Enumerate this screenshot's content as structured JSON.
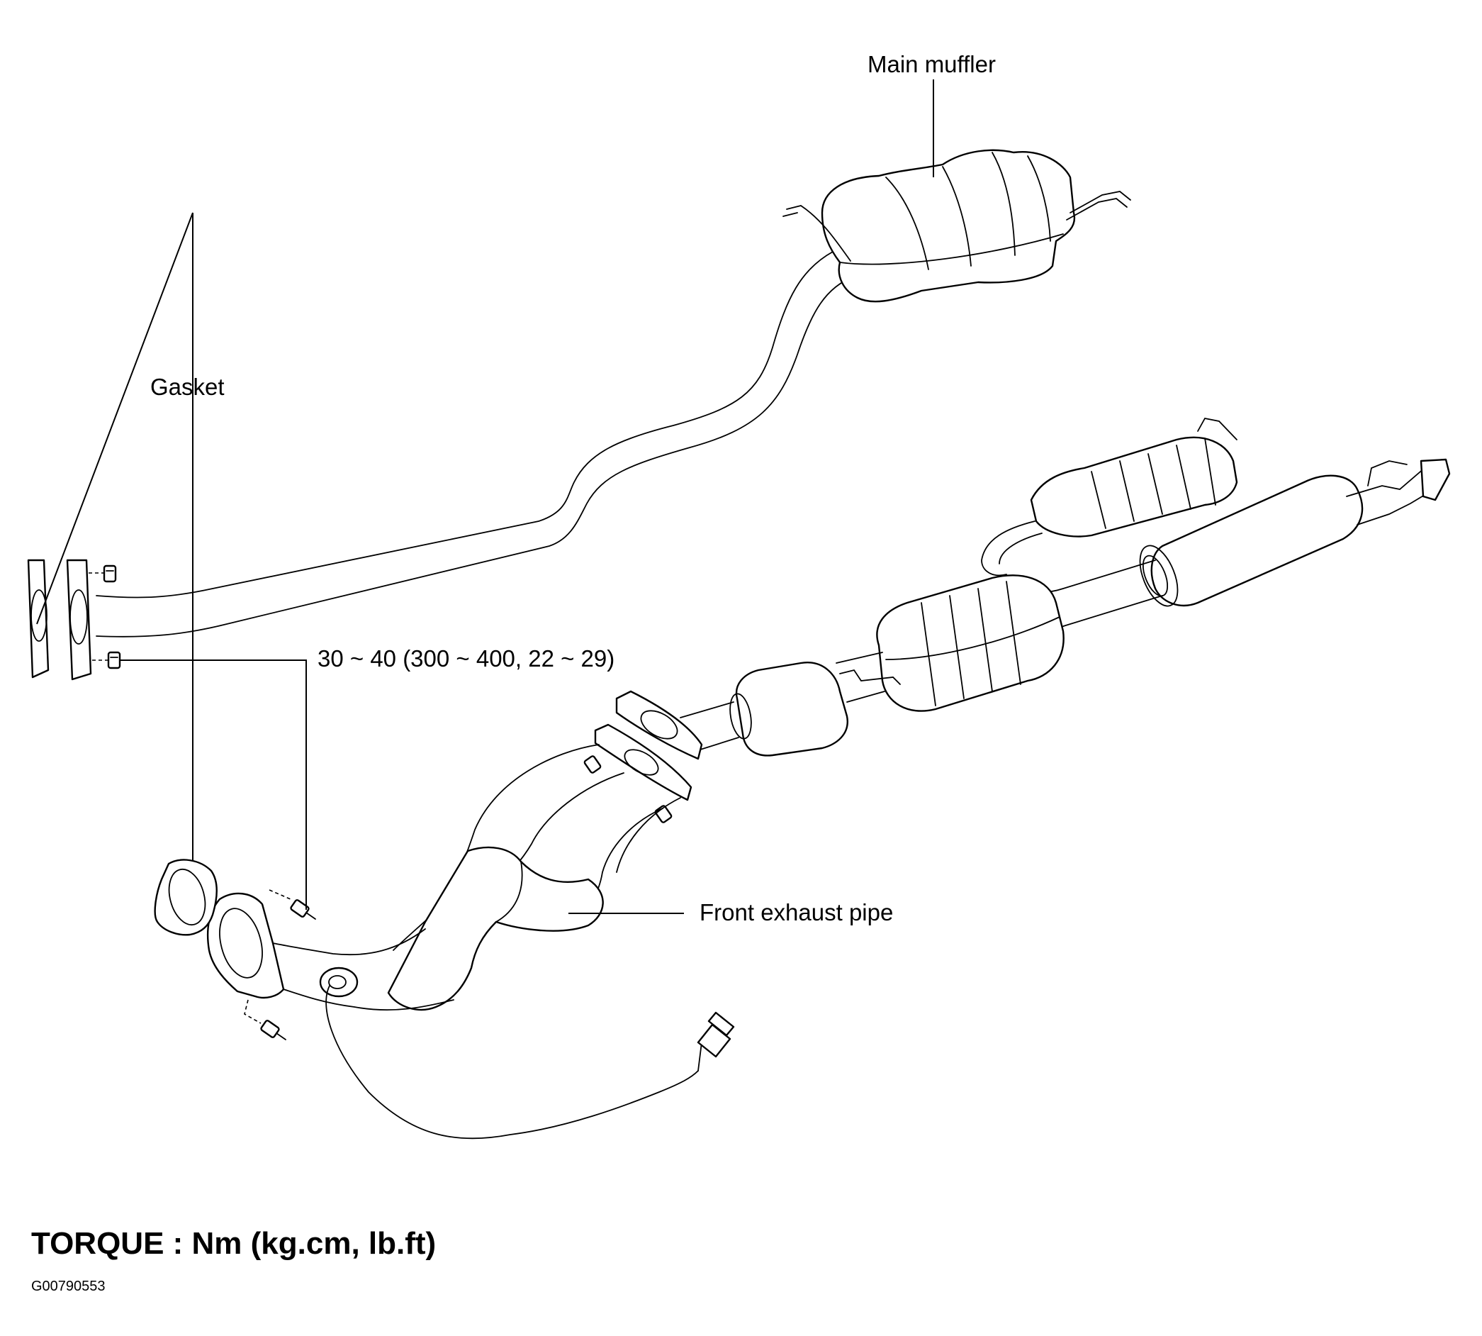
{
  "labels": {
    "main_muffler": "Main muffler",
    "gasket": "Gasket",
    "torque_spec": "30 ~ 40 (300 ~ 400, 22 ~ 29)",
    "front_exhaust_pipe": "Front exhaust pipe"
  },
  "torque_unit_note": "TORQUE : Nm (kg.cm, lb.ft)",
  "figure_code": "G00790553"
}
